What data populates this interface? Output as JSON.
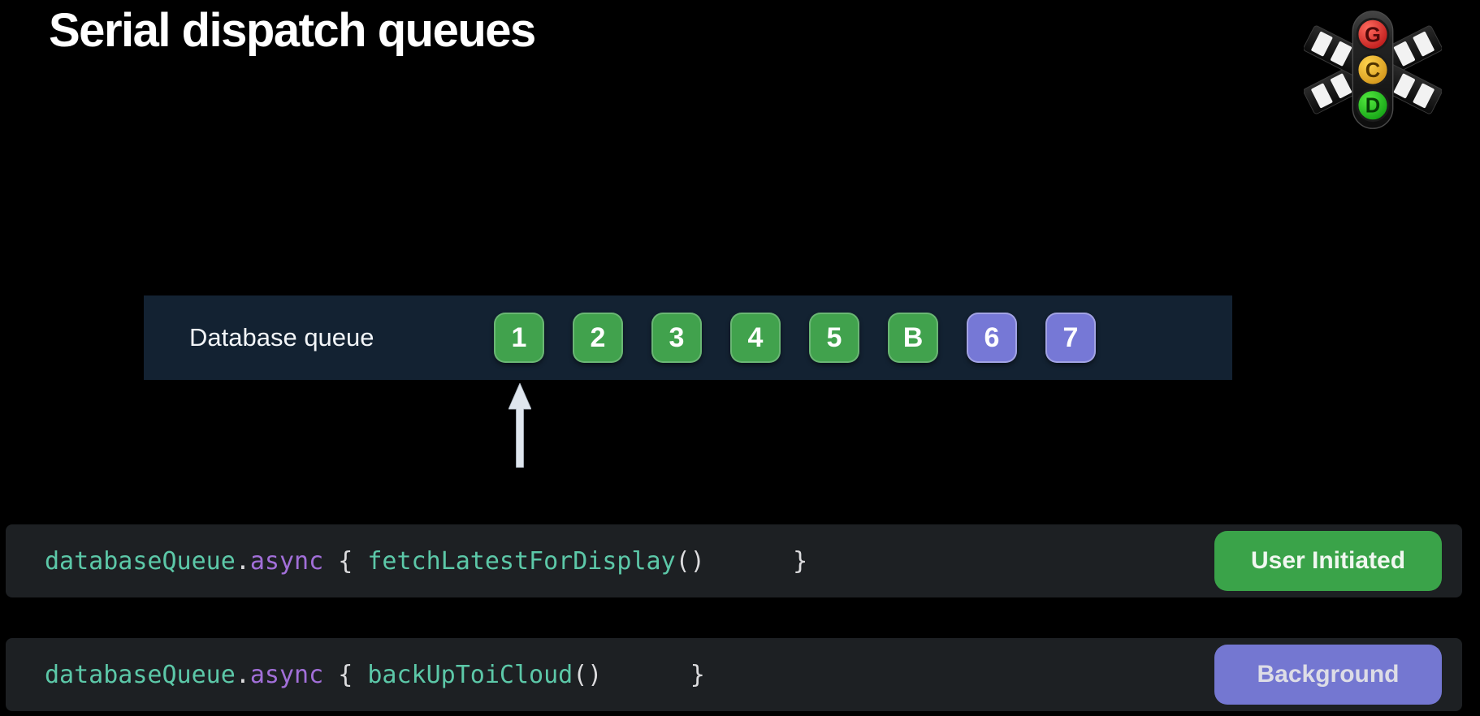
{
  "title": "Serial dispatch queues",
  "logo": {
    "name": "Grand Central Dispatch traffic light logo",
    "lights": [
      {
        "letter": "G",
        "color": "#d21d1d"
      },
      {
        "letter": "C",
        "color": "#e8a61c"
      },
      {
        "letter": "D",
        "color": "#1fae1a"
      }
    ]
  },
  "queue": {
    "label": "Database queue",
    "blocks": [
      {
        "label": "1",
        "qos": "green"
      },
      {
        "label": "2",
        "qos": "green"
      },
      {
        "label": "3",
        "qos": "green"
      },
      {
        "label": "4",
        "qos": "green"
      },
      {
        "label": "5",
        "qos": "green"
      },
      {
        "label": "B",
        "qos": "green"
      },
      {
        "label": "6",
        "qos": "purple"
      },
      {
        "label": "7",
        "qos": "purple"
      }
    ]
  },
  "arrow": {
    "points_to_block": "1"
  },
  "code_rows": [
    {
      "segments": [
        {
          "text": "databaseQueue",
          "token": "identifier"
        },
        {
          "text": ".",
          "token": "plain"
        },
        {
          "text": "async",
          "token": "keyword"
        },
        {
          "text": " { ",
          "token": "plain"
        },
        {
          "text": "fetchLatestForDisplay",
          "token": "function"
        },
        {
          "text": "()",
          "token": "plain"
        },
        {
          "text": "      }",
          "token": "plain"
        }
      ],
      "qos_label": "User Initiated",
      "qos_type": "user-initiated"
    },
    {
      "segments": [
        {
          "text": "databaseQueue",
          "token": "identifier"
        },
        {
          "text": ".",
          "token": "plain"
        },
        {
          "text": "async",
          "token": "keyword"
        },
        {
          "text": " { ",
          "token": "plain"
        },
        {
          "text": "backUpToiCloud",
          "token": "function"
        },
        {
          "text": "()",
          "token": "plain"
        },
        {
          "text": "      }",
          "token": "plain"
        }
      ],
      "qos_label": "Background",
      "qos_type": "background"
    }
  ],
  "colors": {
    "background": "#000000",
    "queue_bar": "#132232",
    "block_green": "#41a24d",
    "block_purple": "#7678d6",
    "badge_green": "#3aa349",
    "badge_purple": "#7477d1",
    "code_teal": "#5cc8a8",
    "code_keyword_purple": "#a26fd9",
    "code_plain": "#dcdcde",
    "code_row_bg": "#1d2023",
    "arrow": "#dfe6ee"
  }
}
